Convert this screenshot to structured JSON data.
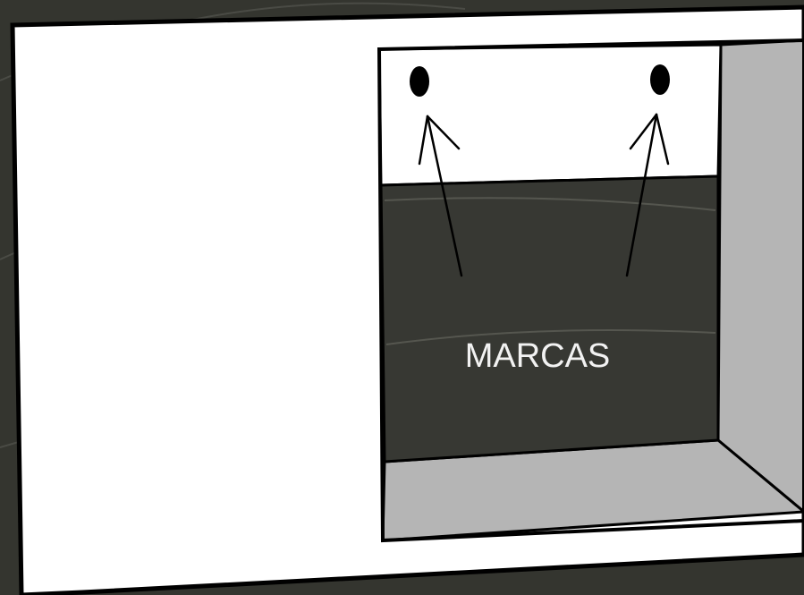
{
  "diagram": {
    "label": "MARCAS",
    "marks": [
      "mark-left",
      "mark-right"
    ],
    "colors": {
      "background": "#34352f",
      "panel": "#ffffff",
      "wall_gray": "#b5b5b5",
      "dark_fill": "#373833",
      "ink": "#000000",
      "label": "#f2f2f2"
    }
  }
}
